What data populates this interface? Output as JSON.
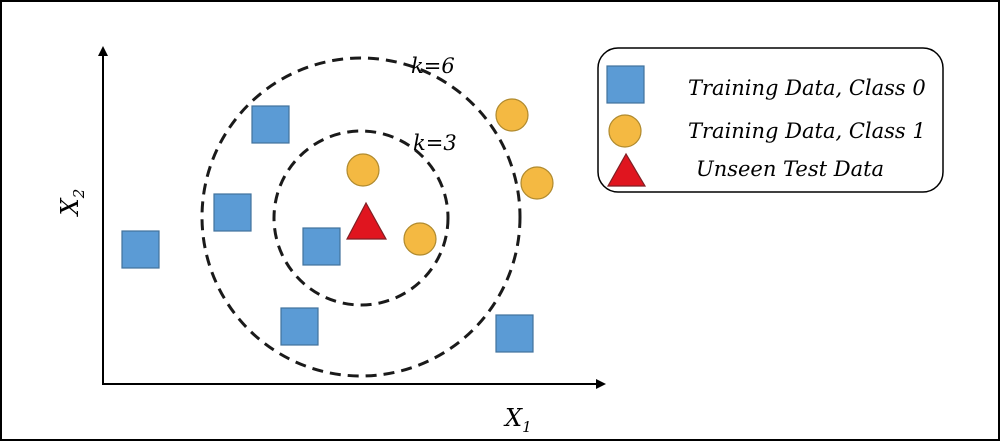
{
  "axes": {
    "x_label": "X",
    "x_subscript": "1",
    "y_label": "X",
    "y_subscript": "2"
  },
  "circles": {
    "outer_label": "k=6",
    "inner_label": "k=3"
  },
  "legend": {
    "class0_label": "Training Data, Class 0",
    "class1_label": "Training Data, Class 1",
    "test_label": "Unseen Test Data"
  },
  "colors": {
    "class0": "#5b9bd5",
    "class0_stroke": "#41719c",
    "class1": "#f4b942",
    "class1_stroke": "#b08a2e",
    "test": "#e0151f",
    "test_stroke": "#7f1f24"
  }
}
